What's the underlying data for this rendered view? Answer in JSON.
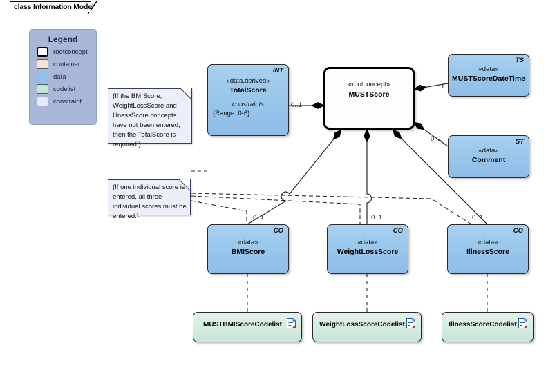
{
  "diagram": {
    "title": "class Information Model",
    "type": "uml-class-diagram"
  },
  "legend": {
    "title": "Legend",
    "items": [
      {
        "label": "rootconcept",
        "color": "#ffffff",
        "swatch": "rootconcept"
      },
      {
        "label": "container",
        "color": "#fae3cd",
        "swatch": "container"
      },
      {
        "label": "data",
        "color": "#8fc2ec",
        "swatch": "data"
      },
      {
        "label": "codelist",
        "color": "#c5e7d4",
        "swatch": "codelist"
      },
      {
        "label": "constraint",
        "color": "#e7e9f8",
        "swatch": "constraint"
      }
    ]
  },
  "nodes": {
    "total_score": {
      "stereotype": "«data,derived»",
      "name": "TotalScore",
      "corner_tag": "INT",
      "constraints_title": "constraints",
      "constraints_body": "{Range: 0-6}",
      "kind": "data"
    },
    "must_score": {
      "stereotype": "«rootconcept»",
      "name": "MUSTScore",
      "kind": "rootconcept"
    },
    "must_score_datetime": {
      "stereotype": "«data»",
      "name": "MUSTScoreDateTime",
      "corner_tag": "TS",
      "kind": "data"
    },
    "comment": {
      "stereotype": "«data»",
      "name": "Comment",
      "corner_tag": "ST",
      "kind": "data"
    },
    "bmi_score": {
      "stereotype": "«data»",
      "name": "BMIScore",
      "corner_tag": "CO",
      "kind": "data"
    },
    "weight_loss_score": {
      "stereotype": "«data»",
      "name": "WeightLossScore",
      "corner_tag": "CO",
      "kind": "data"
    },
    "illness_score": {
      "stereotype": "«data»",
      "name": "IllnessScore",
      "corner_tag": "CO",
      "kind": "data"
    },
    "bmi_codelist": {
      "name": "MUSTBMIScoreCodelist",
      "kind": "codelist"
    },
    "weightloss_codelist": {
      "name": "WeightLossScoreCodelist",
      "kind": "codelist"
    },
    "illness_codelist": {
      "name": "IllnessScoreCodelist",
      "kind": "codelist"
    }
  },
  "notes": {
    "total_score_note": "{If the BMIScore, WeightLossScore and IllnessScore concepts have not been entered, then the TotalScore is required.}",
    "individual_score_note": "{If one individual score is entered, all three individual scores must be entered.}"
  },
  "multiplicities": {
    "total_score": "0..1",
    "must_score_datetime": "1",
    "comment": "0..1",
    "bmi_score": "0..1",
    "weight_loss_score": "0..1",
    "illness_score": "0..1"
  },
  "colors": {
    "data_fill": "#9cc8ec",
    "codelist_fill": "#d5ece0",
    "rootconcept_fill": "#ffffff",
    "note_fill": "#eceef9",
    "legend_fill": "#a9b8d8",
    "container_fill": "#fae3cd",
    "line": "#2a2a2a"
  }
}
